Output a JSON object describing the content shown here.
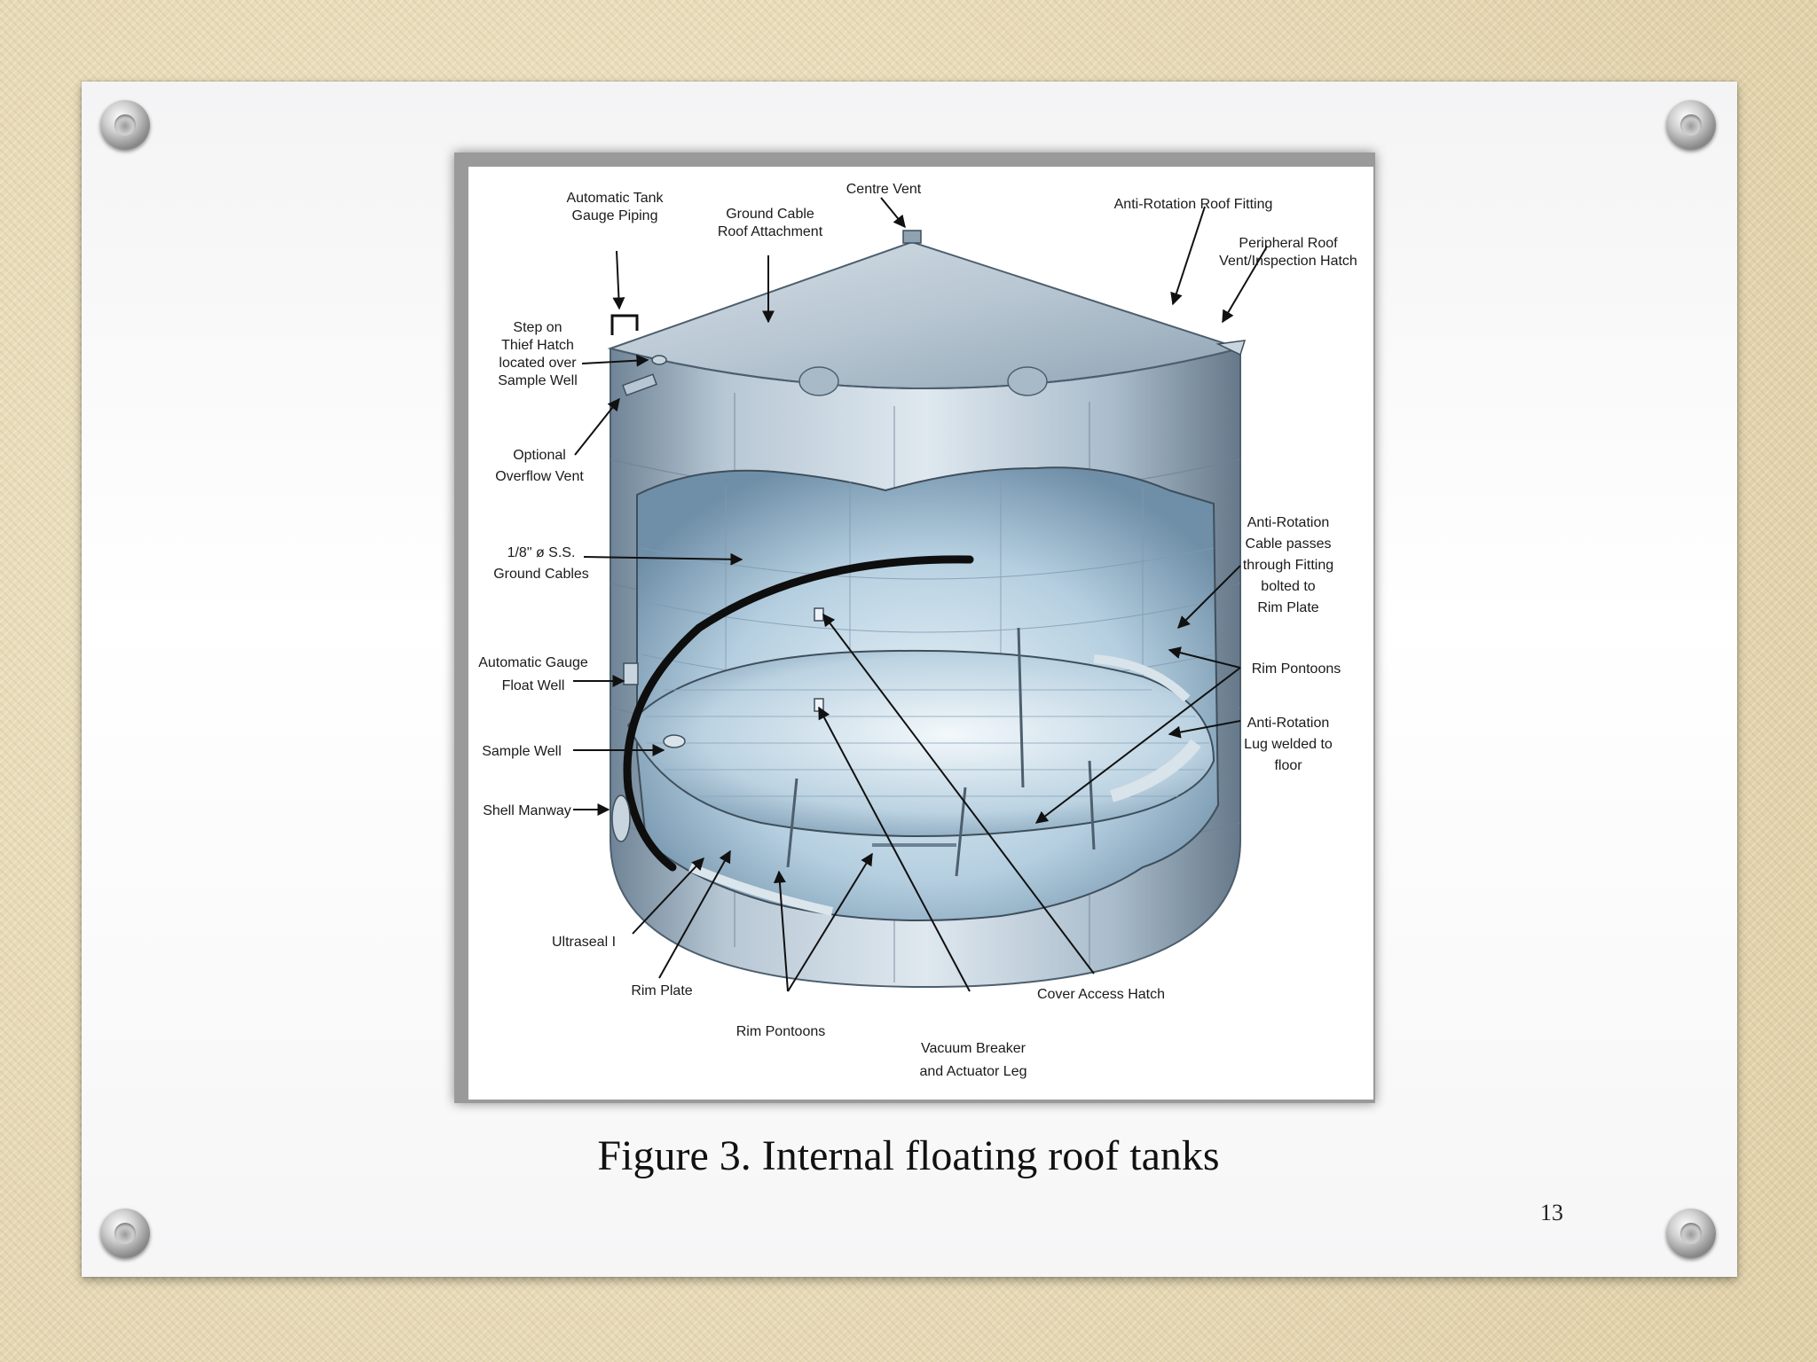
{
  "slide": {
    "caption": "Figure 3. Internal floating roof tanks",
    "page_number": "13"
  },
  "diagram": {
    "labels": {
      "automatic_tank_gauge_piping": [
        "Automatic Tank",
        "Gauge Piping"
      ],
      "ground_cable_roof_attachment": [
        "Ground Cable",
        "Roof Attachment"
      ],
      "centre_vent": [
        "Centre Vent"
      ],
      "anti_rotation_roof_fitting": [
        "Anti-Rotation Roof Fitting"
      ],
      "peripheral_roof_vent": [
        "Peripheral Roof",
        "Vent/Inspection Hatch"
      ],
      "step_on_thief_hatch": [
        "Step on",
        "Thief Hatch",
        "located over",
        "Sample Well"
      ],
      "optional_overflow_vent": [
        "Optional",
        "Overflow Vent"
      ],
      "ground_cables": [
        "1/8\" ø S.S.",
        "Ground Cables"
      ],
      "anti_rotation_cable": [
        "Anti-Rotation",
        "Cable passes",
        "through Fitting",
        "bolted to",
        "Rim Plate"
      ],
      "rim_pontoons_right": [
        "Rim Pontoons"
      ],
      "automatic_gauge_float_well": [
        "Automatic Gauge",
        "Float Well"
      ],
      "anti_rotation_lug": [
        "Anti-Rotation",
        "Lug welded to",
        "floor"
      ],
      "sample_well": [
        "Sample Well"
      ],
      "shell_manway": [
        "Shell Manway"
      ],
      "ultraseal": [
        "Ultraseal I"
      ],
      "rim_plate": [
        "Rim Plate"
      ],
      "rim_pontoons_bottom": [
        "Rim Pontoons"
      ],
      "cover_access_hatch": [
        "Cover Access Hatch"
      ],
      "vacuum_breaker": [
        "Vacuum Breaker",
        "and Actuator Leg"
      ]
    }
  },
  "colors": {
    "tank_steel": "#9fb4c6",
    "tank_interior": "#c8dcea",
    "label_text": "#1a1a1a"
  }
}
